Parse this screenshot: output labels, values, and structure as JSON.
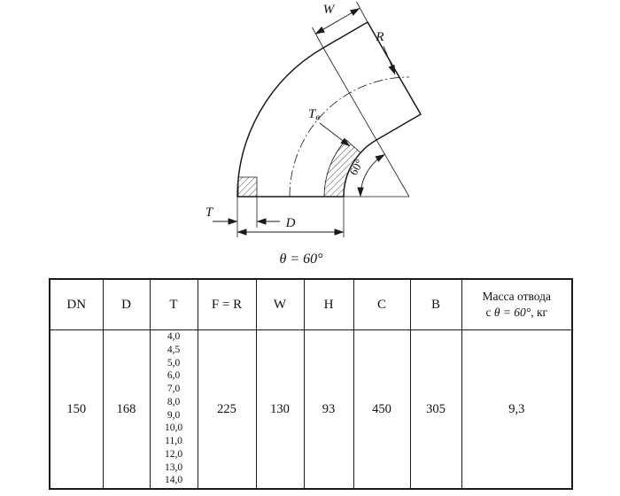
{
  "diagram": {
    "labels": {
      "w": "W",
      "r": "R",
      "tv_main": "Т",
      "tv_sub": "в",
      "angle": "60°",
      "t": "T",
      "d": "D",
      "theta": "θ = 60°"
    }
  },
  "table": {
    "headers": [
      "DN",
      "D",
      "T",
      "F = R",
      "W",
      "H",
      "C",
      "B"
    ],
    "mass_header": {
      "line1": "Масса отвода",
      "line2_pre": "с ",
      "line2_em": "θ = 60°",
      "line2_post": ", кг"
    },
    "row": {
      "dn": "150",
      "d": "168",
      "t_values": [
        "4,0",
        "4,5",
        "5,0",
        "6,0",
        "7,0",
        "8,0",
        "9,0",
        "10,0",
        "11,0",
        "12,0",
        "13,0",
        "14,0"
      ],
      "f_r": "225",
      "w": "130",
      "h": "93",
      "c": "450",
      "b": "305",
      "mass": "9,3"
    }
  }
}
